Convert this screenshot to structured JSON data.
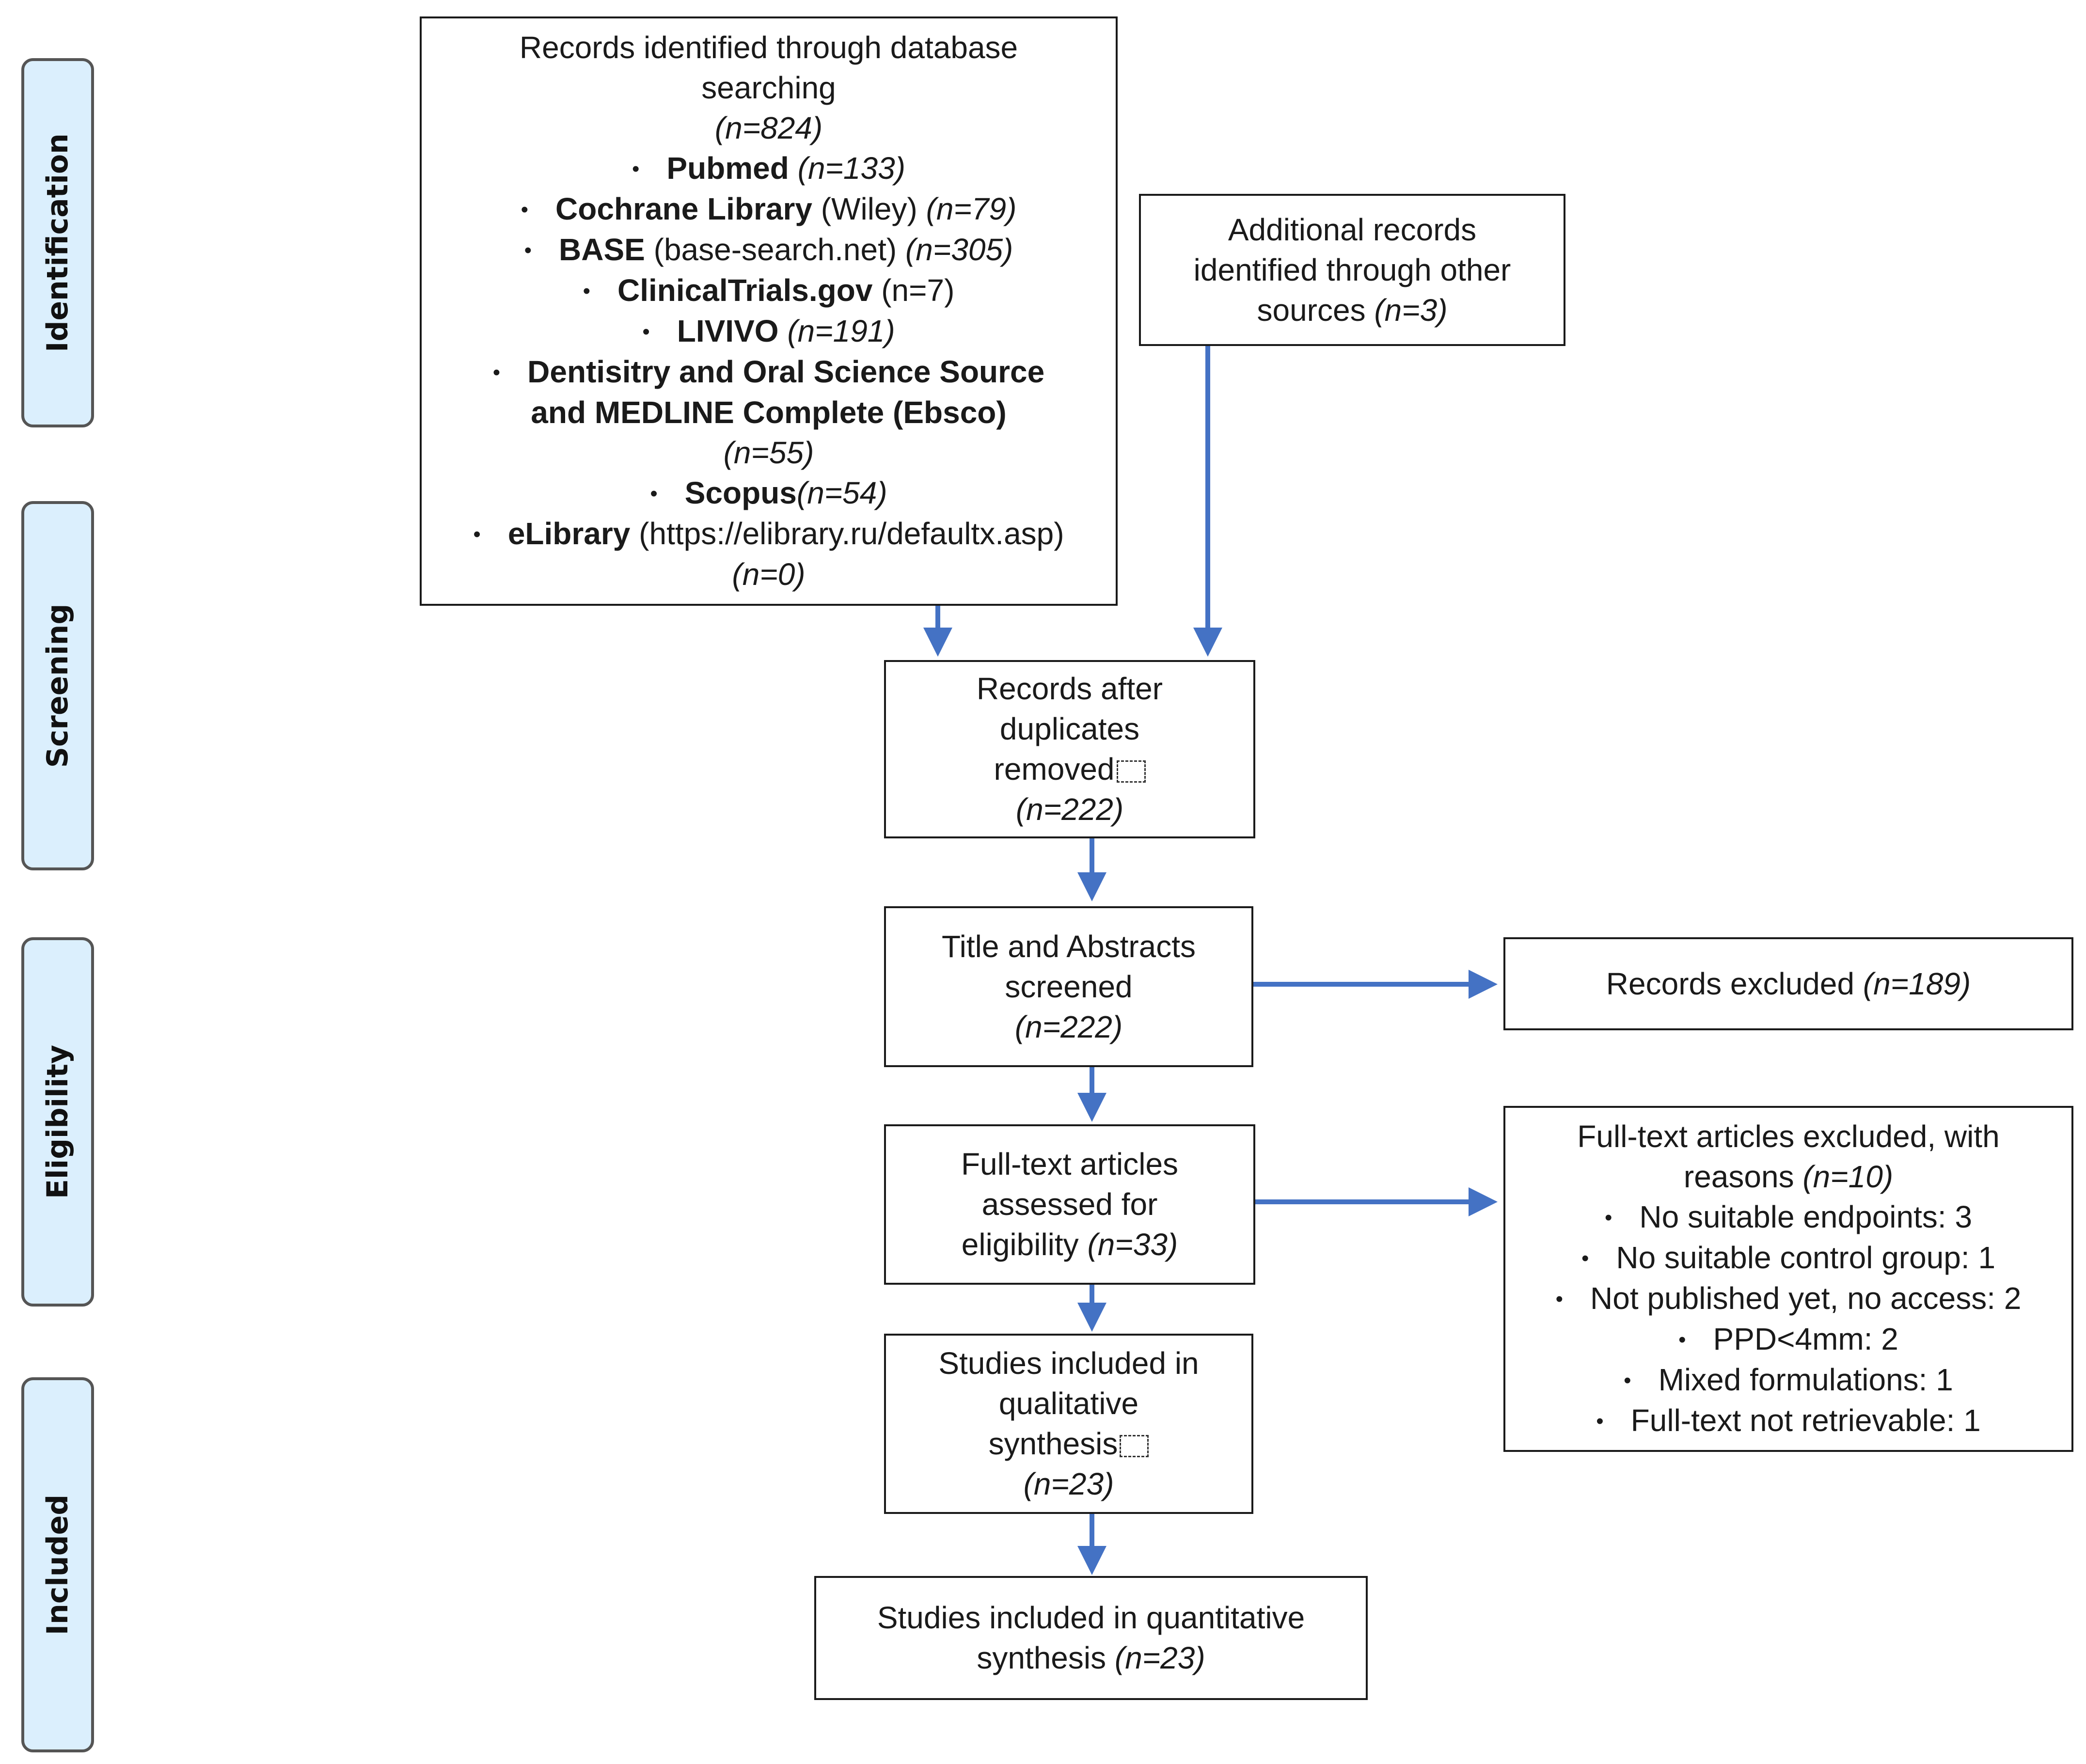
{
  "stages": [
    {
      "label": "Identification"
    },
    {
      "label": "Screening"
    },
    {
      "label": "Eligibility"
    },
    {
      "label": "Included"
    }
  ],
  "database": {
    "title_line1": "Records identified through database",
    "title_line2": "searching",
    "total": "(n=824)",
    "sources": [
      {
        "name": "Pubmed",
        "detail": "",
        "count": "(n=133)"
      },
      {
        "name": "Cochrane Library",
        "detail": "(Wiley)",
        "count": "(n=79)"
      },
      {
        "name": "BASE",
        "detail": "(base-search.net)",
        "count": "(n=305)"
      },
      {
        "name": "ClinicalTrials.gov",
        "detail": "(n=7)",
        "count": ""
      },
      {
        "name": "LIVIVO",
        "detail": "",
        "count": "(n=191)"
      },
      {
        "name": "Dentisitry and Oral Science Source",
        "name_line2": "and MEDLINE  Complete (Ebsco)",
        "count": "(n=55)"
      },
      {
        "name": "Scopus",
        "detail": "",
        "count": "(n=54)"
      },
      {
        "name": "eLibrary",
        "detail": "(https://elibrary.ru/defaultx.asp)",
        "count": "(n=0)"
      }
    ]
  },
  "additional": {
    "line1": "Additional records",
    "line2": "identified through other",
    "line3": "sources",
    "count": "(n=3)"
  },
  "after_duplicates": {
    "line1": "Records after",
    "line2": "duplicates",
    "line3": "removed",
    "count": "(n=222)"
  },
  "screened": {
    "line1": "Title and Abstracts",
    "line2": "screened",
    "count": "(n=222)"
  },
  "excluded": {
    "label": "Records excluded",
    "count": "(n=189)"
  },
  "fulltext": {
    "line1": "Full-text articles",
    "line2": "assessed for",
    "line3": "eligibility",
    "count": "(n=33)"
  },
  "fulltext_excluded": {
    "line1": "Full-text articles excluded, with",
    "line2": "reasons",
    "count": "(n=10)",
    "reasons": [
      "No suitable endpoints: 3",
      "No suitable control group: 1",
      "Not published  yet, no access: 2",
      "PPD<4mm: 2",
      "Mixed formulations:  1",
      "Full-text not retrievable:  1"
    ]
  },
  "qualitative": {
    "line1": "Studies included in",
    "line2": "qualitative",
    "line3": "synthesis",
    "count": "(n=23)"
  },
  "quantitative": {
    "line1": "Studies included in quantitative",
    "line2": "synthesis",
    "count": "(n=23)"
  },
  "colors": {
    "arrow": "#4472c4",
    "stage_fill": "#dbeffd",
    "stage_border": "#555555",
    "box_border": "#1a1a1a"
  }
}
